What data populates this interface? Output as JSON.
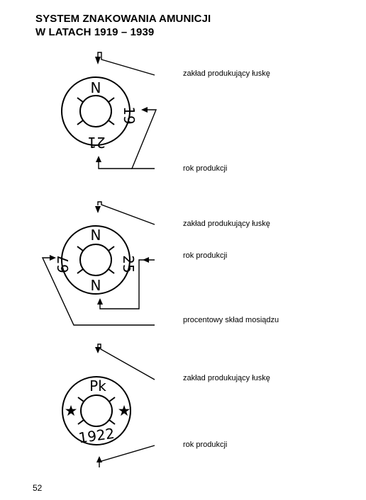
{
  "document": {
    "title_line1": "SYSTEM ZNAKOWANIA AMUNICJI",
    "title_line2": "W LATACH 1919 – 1939",
    "page_number": "52"
  },
  "stamps": [
    {
      "top": "N",
      "right": "19",
      "bottom": "21",
      "labels": [
        "zakład produkujący łuskę",
        "rok produkcji"
      ]
    },
    {
      "top": "N",
      "right": "25",
      "bottom": "N",
      "left": "67",
      "labels": [
        "zakład produkujący łuskę",
        "rok produkcji",
        "procentowy skład mosiądzu"
      ]
    },
    {
      "top": "Pk",
      "bottom": "1922",
      "left_symbol": "★",
      "right_symbol": "★",
      "labels": [
        "zakład produkujący łuskę",
        "rok produkcji"
      ]
    }
  ],
  "icons": [
    "star-icon"
  ]
}
